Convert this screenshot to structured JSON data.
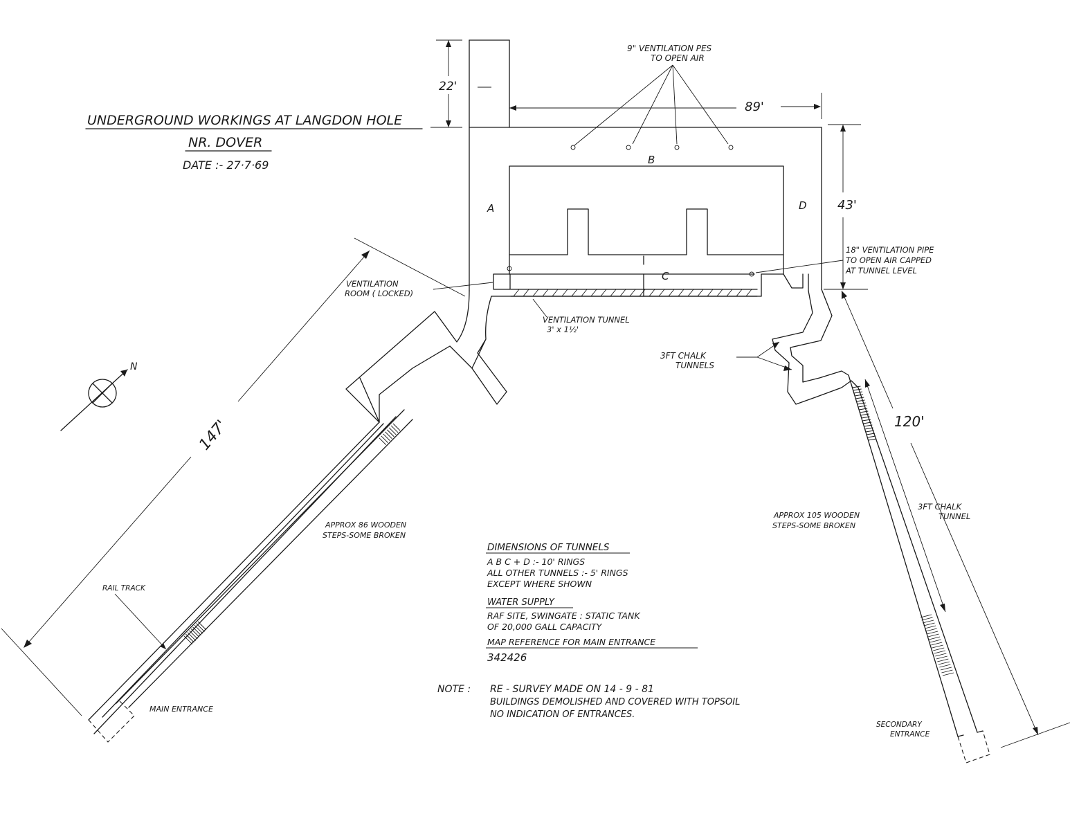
{
  "title": {
    "line1": "UNDERGROUND WORKINGS AT LANGDON HOLE",
    "line2": "NR. DOVER",
    "date": "DATE :- 27·7·69"
  },
  "dimensions": {
    "d22": "22'",
    "d89": "89'",
    "d43": "43'",
    "d147": "147'",
    "d120": "120'"
  },
  "tunnel_labels": {
    "a": "A",
    "b": "B",
    "c": "C",
    "d": "D"
  },
  "annotations": {
    "vent_pipes_9_line1": "9\" VENTILATION PES",
    "vent_pipes_9_line2": "TO OPEN AIR",
    "vent_pipe_18_line1": "18\" VENTILATION PIPE",
    "vent_pipe_18_line2": "TO OPEN AIR CAPPED",
    "vent_pipe_18_line3": "AT TUNNEL LEVEL",
    "vent_room_line1": "VENTILATION",
    "vent_room_line2": "ROOM ( LOCKED)",
    "vent_tunnel_line1": "VENTILATION TUNNEL",
    "vent_tunnel_line2": "3' x 1½'",
    "chalk_tunnels_line1": "3FT CHALK",
    "chalk_tunnels_line2": "TUNNELS",
    "steps86_line1": "APPROX 86 WOODEN",
    "steps86_line2": "STEPS-SOME BROKEN",
    "steps105_line1": "APPROX 105 WOODEN",
    "steps105_line2": "STEPS-SOME BROKEN",
    "chalk_tunnel_line1": "3FT CHALK",
    "chalk_tunnel_line2": "TUNNEL",
    "rail_track": "RAIL TRACK",
    "main_entrance": "MAIN ENTRANCE",
    "secondary_entrance_line1": "SECONDARY",
    "secondary_entrance_line2": "ENTRANCE",
    "north": "N"
  },
  "notes": {
    "dims_heading": "DIMENSIONS OF TUNNELS",
    "dims_line1": "A B C + D :- 10' RINGS",
    "dims_line2": "ALL OTHER TUNNELS :- 5' RINGS",
    "dims_line3": "EXCEPT WHERE SHOWN",
    "water_heading": "WATER SUPPLY",
    "water_line1": "RAF SITE, SWINGATE : STATIC TANK",
    "water_line2": "OF 20,000 GALL CAPACITY",
    "map_heading": "MAP REFERENCE FOR MAIN ENTRANCE",
    "map_value": "342426",
    "note_label": "NOTE :",
    "note_line1": "RE - SURVEY MADE ON 14 - 9 - 81",
    "note_line2": "BUILDINGS DEMOLISHED AND COVERED WITH TOPSOIL",
    "note_line3": "NO INDICATION OF ENTRANCES."
  }
}
